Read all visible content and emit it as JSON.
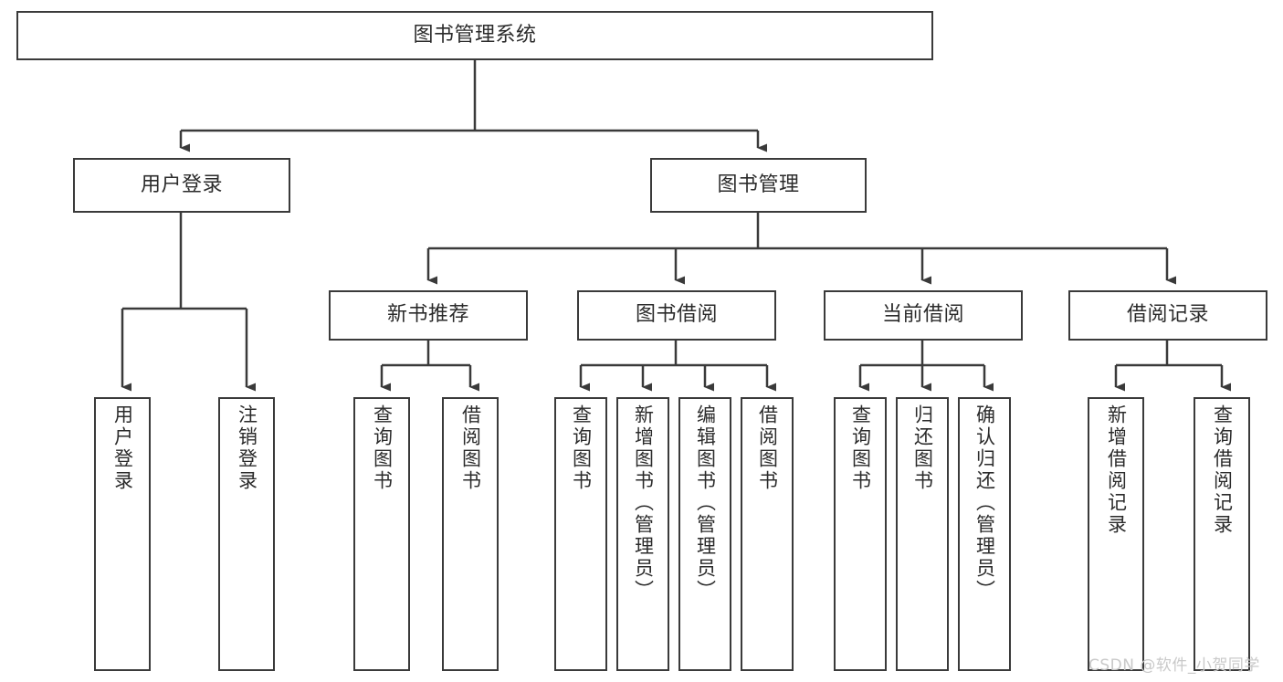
{
  "diagram": {
    "title": "图书管理系统",
    "type": "tree-hierarchy-chart",
    "stroke_color": "#3a3a3a",
    "fill_color": "#ffffff",
    "text_color": "#2b2b2b"
  },
  "watermark": {
    "text": "CSDN @软件_小贺同学",
    "color": "#c9c9c9"
  },
  "nodes": {
    "root": {
      "label": "图书管理系统"
    },
    "level2": {
      "user_login": {
        "label": "用户登录"
      },
      "book_manage": {
        "label": "图书管理"
      }
    },
    "level3": {
      "new_book_rec": {
        "label": "新书推荐"
      },
      "book_borrow": {
        "label": "图书借阅"
      },
      "current_borrow": {
        "label": "当前借阅"
      },
      "borrow_record": {
        "label": "借阅记录"
      }
    },
    "leaves": {
      "user_login_1": {
        "label": "用户登录"
      },
      "user_login_2": {
        "label": "注销登录"
      },
      "new_book_1": {
        "label": "查询图书"
      },
      "new_book_2": {
        "label": "借阅图书"
      },
      "borrow_1": {
        "label": "查询图书"
      },
      "borrow_2": {
        "label": "新增图书（管理员）"
      },
      "borrow_3": {
        "label": "编辑图书（管理员）"
      },
      "borrow_4": {
        "label": "借阅图书"
      },
      "current_1": {
        "label": "查询图书"
      },
      "current_2": {
        "label": "归还图书"
      },
      "current_3": {
        "label": "确认归还（管理员）"
      },
      "record_1": {
        "label": "新增借阅记录"
      },
      "record_2": {
        "label": "查询借阅记录"
      }
    }
  }
}
